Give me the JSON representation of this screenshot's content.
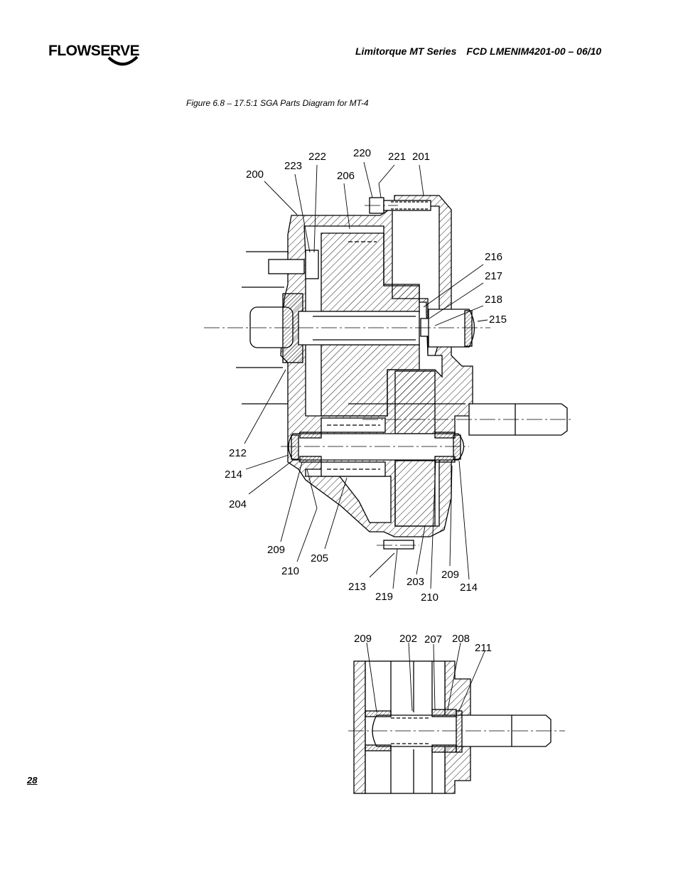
{
  "brand": {
    "name": "FLOWSERVE"
  },
  "header": {
    "product": "Limitorque MT Series",
    "doc": "FCD LMENIM4201-00 – 06/10"
  },
  "figure": {
    "caption": "Figure 6.8 – 17.5:1 SGA Parts Diagram for MT-4"
  },
  "page": {
    "number": "28"
  },
  "callouts": {
    "main": [
      "200",
      "223",
      "222",
      "206",
      "220",
      "221",
      "201",
      "216",
      "217",
      "218",
      "215",
      "212",
      "214",
      "204",
      "209",
      "210",
      "205",
      "213",
      "219",
      "203",
      "210",
      "209",
      "214"
    ],
    "detail": [
      "209",
      "202",
      "207",
      "208",
      "211"
    ]
  }
}
